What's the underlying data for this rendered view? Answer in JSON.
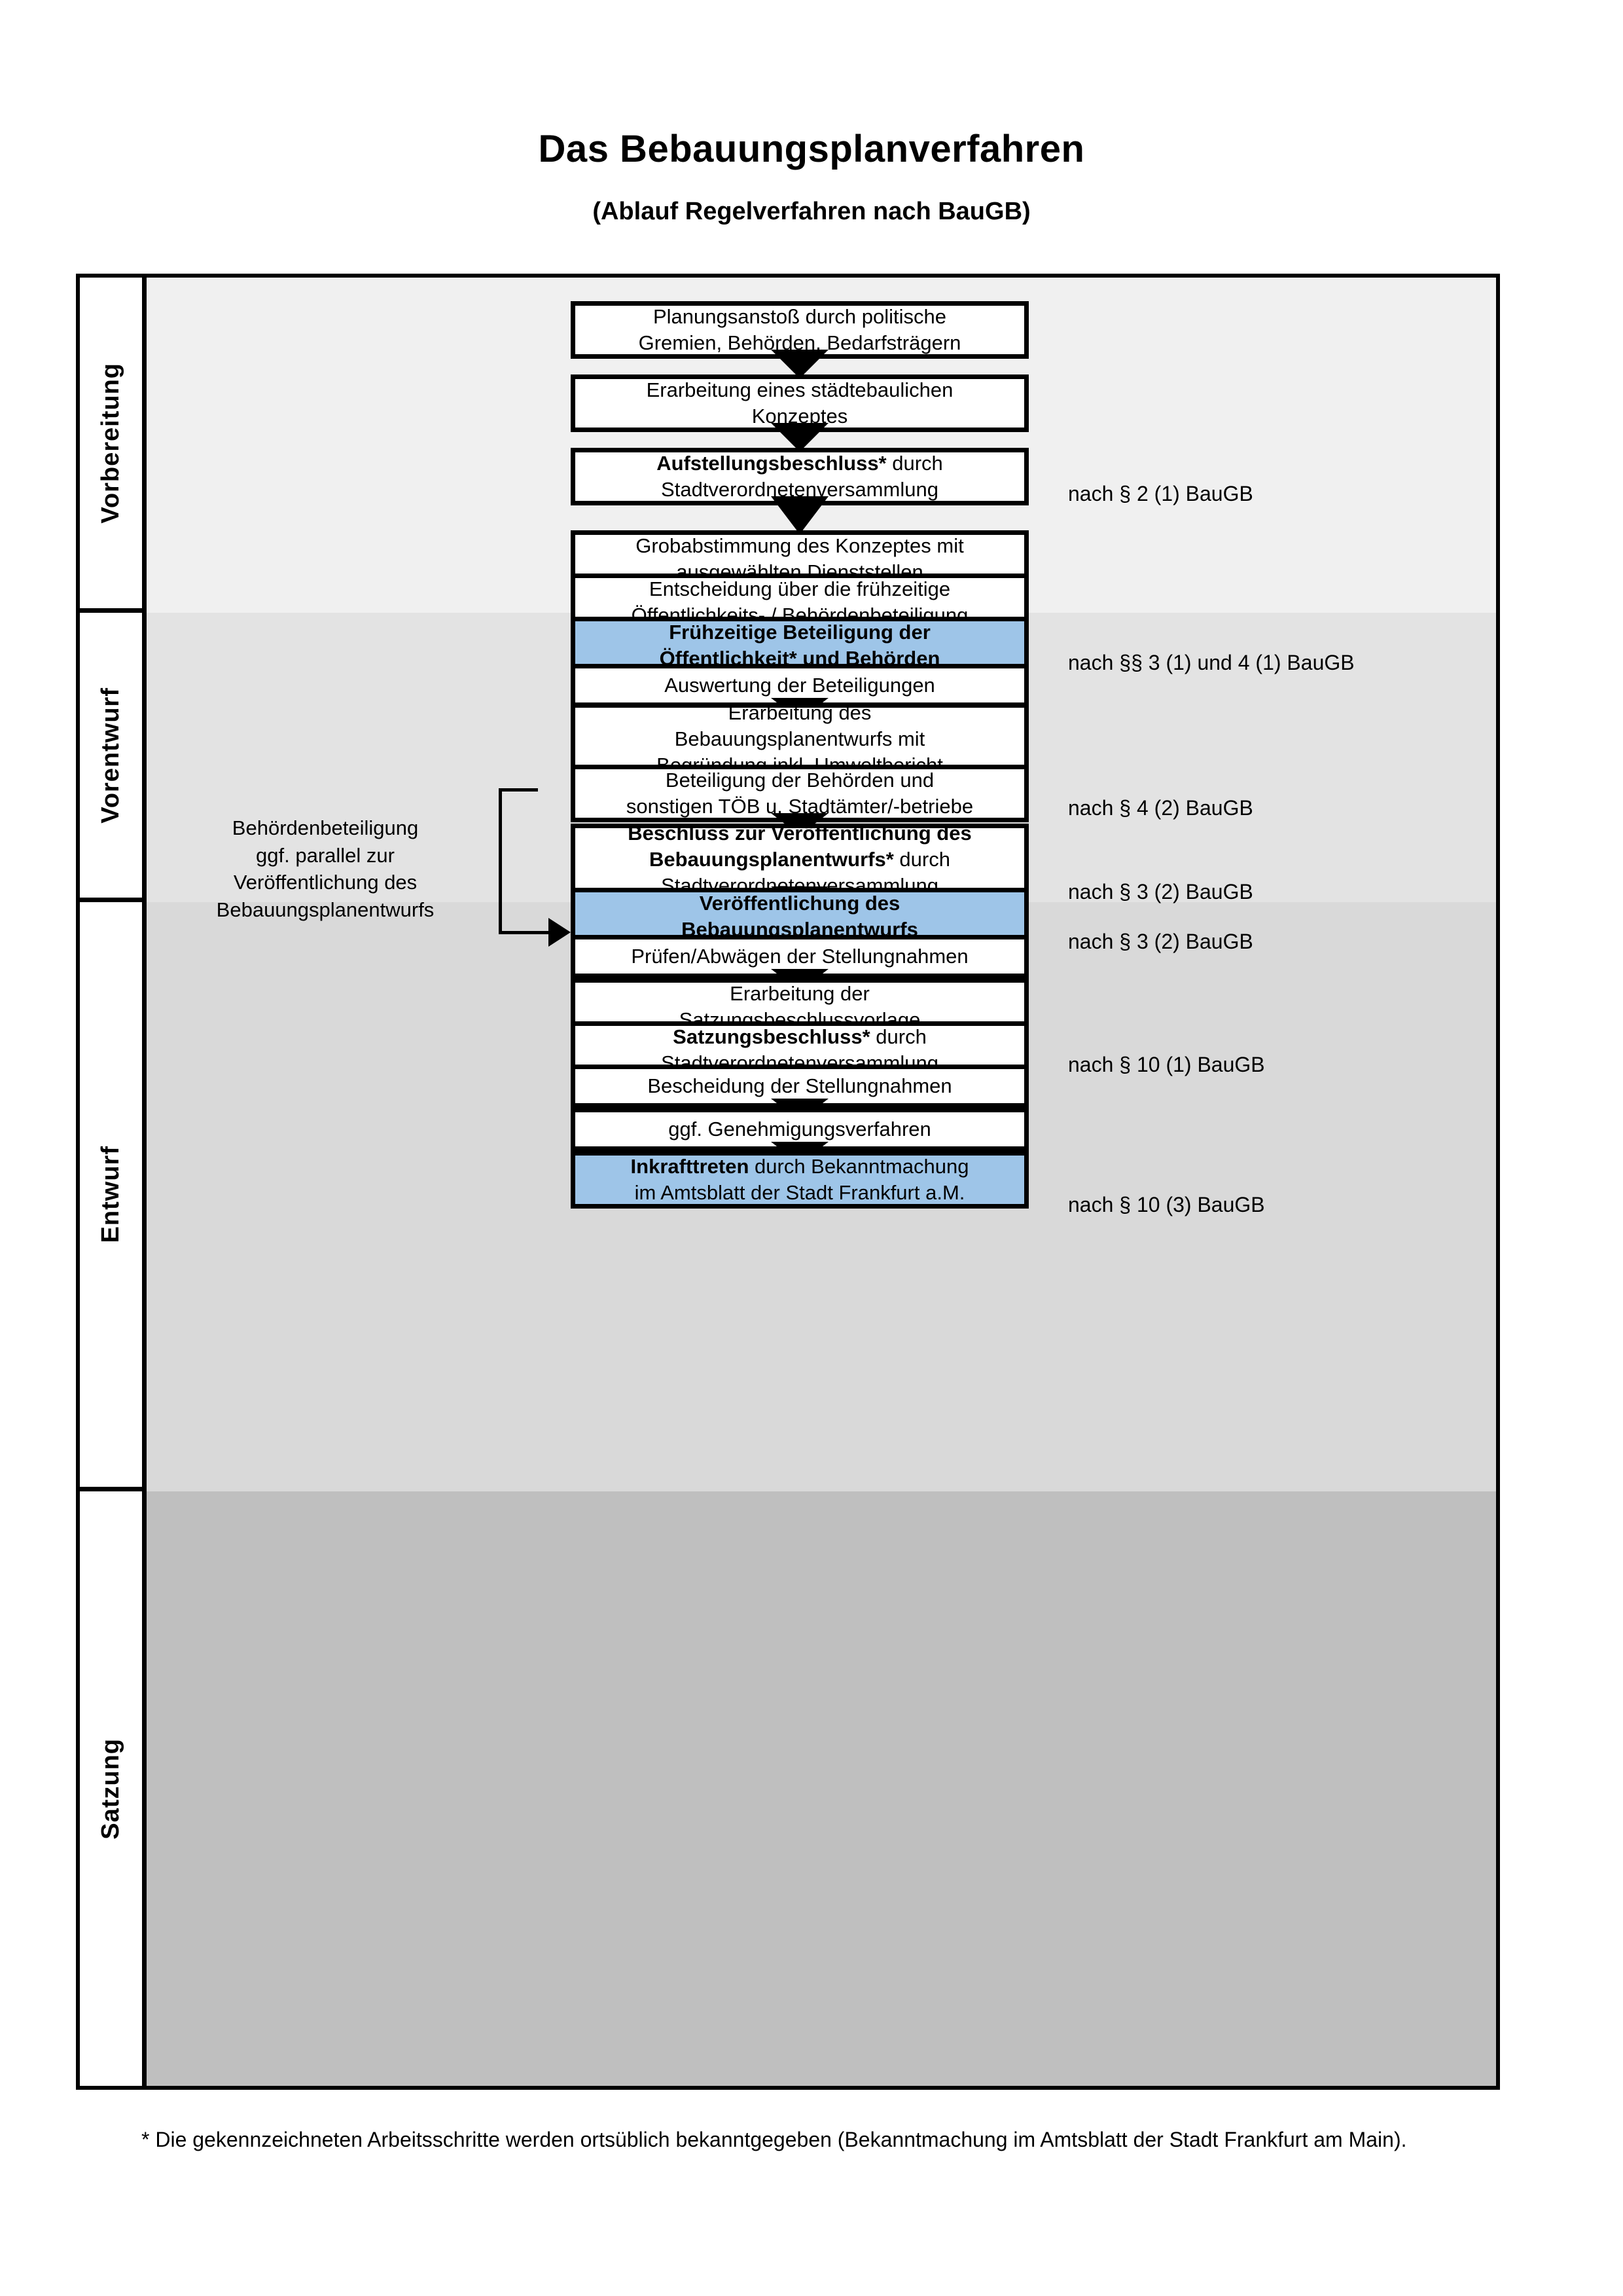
{
  "header": {
    "title": "Das Bebauungsplanverfahren",
    "subtitle": "(Ablauf Regelverfahren nach BauGB)"
  },
  "colors": {
    "highlight_box": "#9EC5E8",
    "band_vorbereitung": "#F0F0F0",
    "band_vorentwurf": "#E3E3E3",
    "band_entwurf": "#D9D9D9",
    "band_satzung": "#BFBFBF",
    "border": "#000000"
  },
  "phases": [
    {
      "id": "vorbereitung",
      "label": "Vorbereitung"
    },
    {
      "id": "vorentwurf",
      "label": "Vorentwurf"
    },
    {
      "id": "entwurf",
      "label": "Entwurf"
    },
    {
      "id": "satzung",
      "label": "Satzung"
    }
  ],
  "steps": [
    {
      "id": "planungsanstoss",
      "phase": "vorbereitung",
      "highlighted": false,
      "lines": [
        {
          "text": "Planungsanstoß durch politische",
          "bold": false
        },
        {
          "text": "Gremien, Behörden, Bedarfsträgern",
          "bold": false
        }
      ]
    },
    {
      "id": "staedtebauliches-konzept",
      "phase": "vorbereitung",
      "highlighted": false,
      "lines": [
        {
          "text": "Erarbeitung eines städtebaulichen",
          "bold": false
        },
        {
          "text": "Konzeptes",
          "bold": false
        }
      ]
    },
    {
      "id": "aufstellungsbeschluss",
      "phase": "vorbereitung",
      "highlighted": false,
      "lines": [
        {
          "text": "Aufstellungsbeschluss*",
          "bold": true,
          "suffix": " durch"
        },
        {
          "text": "Stadtverordnetenversammlung",
          "bold": false
        }
      ]
    },
    {
      "id": "grobabstimmung",
      "phase": "vorentwurf",
      "highlighted": false,
      "lines": [
        {
          "text": "Grobabstimmung des Konzeptes mit",
          "bold": false
        },
        {
          "text": "ausgewählten Dienststellen",
          "bold": false
        }
      ]
    },
    {
      "id": "entscheidung-fruehzeitige",
      "phase": "vorentwurf",
      "highlighted": false,
      "lines": [
        {
          "text": "Entscheidung über die frühzeitige",
          "bold": false
        },
        {
          "text": "Öffentlichkeits- / Behördenbeteiligung",
          "bold": false
        }
      ]
    },
    {
      "id": "fruehzeitige-beteiligung",
      "phase": "vorentwurf",
      "highlighted": true,
      "lines": [
        {
          "text": "Frühzeitige Beteiligung der",
          "bold": true
        },
        {
          "text": "Öffentlichkeit* und Behörden",
          "bold": true
        }
      ]
    },
    {
      "id": "auswertung-beteiligungen",
      "phase": "entwurf",
      "highlighted": false,
      "lines": [
        {
          "text": "Auswertung der Beteiligungen",
          "bold": false
        }
      ]
    },
    {
      "id": "erarbeitung-bplanentwurf",
      "phase": "entwurf",
      "highlighted": false,
      "lines": [
        {
          "text": "Erarbeitung des",
          "bold": false
        },
        {
          "text": "Bebauungsplanentwurfs mit",
          "bold": false
        },
        {
          "text": "Begründung inkl. Umweltbericht",
          "bold": false
        }
      ]
    },
    {
      "id": "beteiligung-behoerden-toeb",
      "phase": "entwurf",
      "highlighted": false,
      "lines": [
        {
          "text": "Beteiligung der Behörden und",
          "bold": false
        },
        {
          "text": "sonstigen TÖB u. Stadtämter/-betriebe",
          "bold": false
        }
      ]
    },
    {
      "id": "beschluss-veroeffentlichung",
      "phase": "entwurf",
      "highlighted": false,
      "lines": [
        {
          "text": "Beschluss zur Veröffentlichung des",
          "bold": true
        },
        {
          "text": "Bebauungsplanentwurfs*",
          "bold": true,
          "suffix": " durch"
        },
        {
          "text": "Stadtverordnetenversammlung",
          "bold": false
        }
      ]
    },
    {
      "id": "veroeffentlichung-bplanentwurf",
      "phase": "entwurf",
      "highlighted": true,
      "lines": [
        {
          "text": "Veröffentlichung des",
          "bold": true
        },
        {
          "text": "Bebauungsplanentwurfs",
          "bold": true
        }
      ]
    },
    {
      "id": "pruefen-abwaegen",
      "phase": "satzung",
      "highlighted": false,
      "lines": [
        {
          "text": "Prüfen/Abwägen der Stellungnahmen",
          "bold": false
        }
      ]
    },
    {
      "id": "erarbeitung-satzungsbeschlussvorlage",
      "phase": "satzung",
      "highlighted": false,
      "lines": [
        {
          "text": "Erarbeitung der",
          "bold": false
        },
        {
          "text": "Satzungsbeschlussvorlage",
          "bold": false
        }
      ]
    },
    {
      "id": "satzungsbeschluss",
      "phase": "satzung",
      "highlighted": false,
      "lines": [
        {
          "text": "Satzungsbeschluss*",
          "bold": true,
          "suffix": " durch"
        },
        {
          "text": "Stadtverordnetenversammlung",
          "bold": false
        }
      ]
    },
    {
      "id": "bescheidung-stellungnahmen",
      "phase": "satzung",
      "highlighted": false,
      "lines": [
        {
          "text": "Bescheidung der Stellungnahmen",
          "bold": false
        }
      ]
    },
    {
      "id": "genehmigungsverfahren",
      "phase": "satzung",
      "highlighted": false,
      "lines": [
        {
          "text": "ggf. Genehmigungsverfahren",
          "bold": false
        }
      ]
    },
    {
      "id": "inkrafttreten",
      "phase": "satzung",
      "highlighted": true,
      "lines": [
        {
          "text": "Inkrafttreten",
          "bold": true,
          "suffix": " durch Bekanntmachung"
        },
        {
          "text": "im Amtsblatt der Stadt Frankfurt a.M.",
          "bold": false
        }
      ]
    }
  ],
  "side_note": {
    "id": "behoerdenbeteiligung-parallel",
    "lines": [
      "Behördenbeteiligung",
      "ggf. parallel zur",
      "Veröffentlichung des",
      "Bebauungsplanentwurfs"
    ]
  },
  "legal_refs": [
    {
      "id": "ref-aufstellungsbeschluss",
      "text": "nach § 2 (1) BauGB"
    },
    {
      "id": "ref-fruehzeitige-beteiligung",
      "text": "nach §§ 3 (1) und 4 (1) BauGB"
    },
    {
      "id": "ref-beteiligung-toeb",
      "text": "nach § 4 (2) BauGB"
    },
    {
      "id": "ref-beschluss-veroeff",
      "text": "nach § 3 (2) BauGB"
    },
    {
      "id": "ref-veroeffentlichung",
      "text": "nach § 3 (2) BauGB"
    },
    {
      "id": "ref-satzungsbeschluss",
      "text": "nach § 10 (1) BauGB"
    },
    {
      "id": "ref-inkrafttreten",
      "text": "nach § 10 (3) BauGB"
    }
  ],
  "footnote": {
    "text": "* Die gekennzeichneten Arbeitsschritte werden ortsüblich bekanntgegeben (Bekanntmachung im Amtsblatt  der Stadt Frankfurt am Main)."
  }
}
